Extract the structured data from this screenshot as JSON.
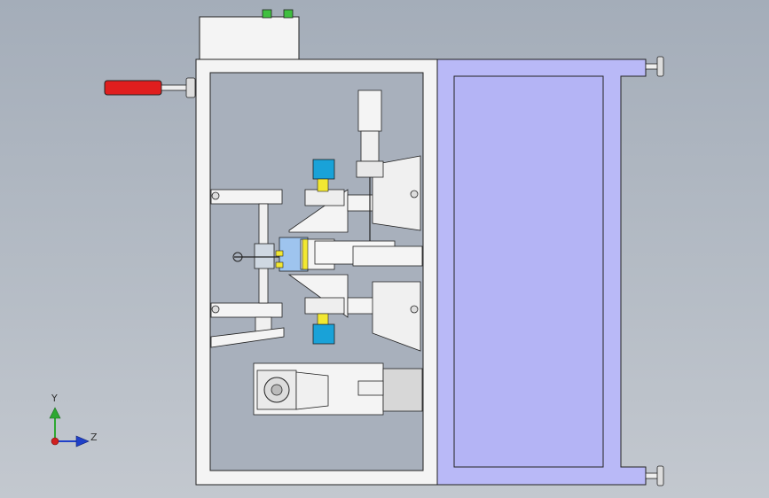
{
  "viewport": {
    "background_top": "#a4adb9",
    "background_bottom": "#c3c8cf"
  },
  "machine": {
    "frame_color": "#f4f4f4",
    "outline_color": "#222222",
    "door_panel_color": "#b9b9f7",
    "handle_color": "#e01e1e",
    "cylinder_color": "#19a2d8",
    "bracket_color": "#f2e832",
    "indicator_lights": [
      "green-light",
      "green-light"
    ]
  },
  "triad": {
    "y_label": "Y",
    "z_label": "Z",
    "y_color": "#2ea832",
    "z_color": "#2040c8",
    "origin_color": "#d02020"
  }
}
